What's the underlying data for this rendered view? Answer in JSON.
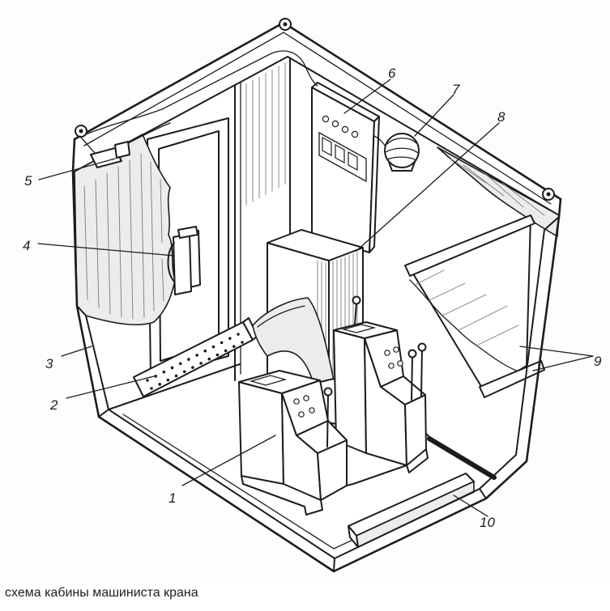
{
  "diagram": {
    "labels": [
      "1",
      "2",
      "3",
      "4",
      "5",
      "6",
      "7",
      "8",
      "9",
      "10"
    ]
  },
  "caption": "схема кабины машиниста крана"
}
